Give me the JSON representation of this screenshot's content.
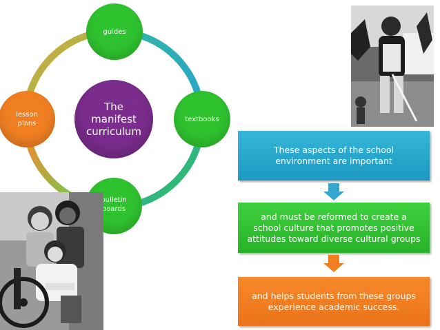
{
  "cycle": {
    "center": "The\nmanifest\ncurriculum",
    "nodes": {
      "top": "guides",
      "right": "textbooks",
      "bottom": "bulletin\nboards",
      "left": "lesson\nplans"
    }
  },
  "flow": {
    "step1": "These aspects of the school\nenvironment are important",
    "step2": "and must be reformed to create a\nschool culture that promotes positive\nattitudes toward diverse cultural groups",
    "step3": "and helps students from these groups\nexperience academic success."
  },
  "colors": {
    "purple": "#7b2d8e",
    "green": "#2fc22f",
    "blue": "#2aa6c9",
    "orange": "#f07f22",
    "ring_blue": "#3eb0cc",
    "ring_green": "#5bd65b",
    "ring_orange": "#f4a04a"
  },
  "images": {
    "top_right": "photo-boy-with-cane",
    "bottom_left": "photo-girls-with-wheelchair"
  }
}
